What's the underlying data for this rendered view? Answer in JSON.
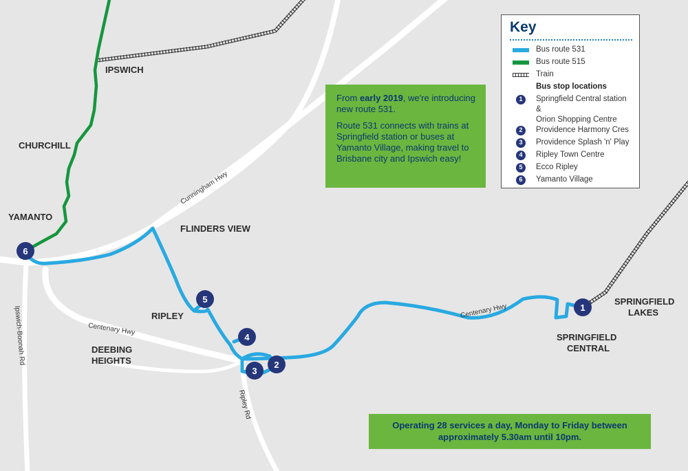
{
  "places": {
    "ipswich": "IPSWICH",
    "churchill": "CHURCHILL",
    "yamanto": "YAMANTO",
    "flinders_view": "FLINDERS VIEW",
    "ripley": "RIPLEY",
    "deebing_line1": "DEEBING",
    "deebing_line2": "HEIGHTS",
    "springfield_central_line1": "SPRINGFIELD",
    "springfield_central_line2": "CENTRAL",
    "springfield_lakes_line1": "SPRINGFIELD",
    "springfield_lakes_line2": "LAKES"
  },
  "roads": {
    "cunningham_hwy": "Cunningham Hwy",
    "centenary_hwy_west": "Centenary Hwy",
    "centenary_hwy_east": "Centenary Hwy",
    "ipswich_boonah_rd": "Ipswich-Boonah Rd",
    "ripley_rd": "Ripley Rd"
  },
  "stops": [
    {
      "num": "1"
    },
    {
      "num": "2"
    },
    {
      "num": "3"
    },
    {
      "num": "4"
    },
    {
      "num": "5"
    },
    {
      "num": "6"
    }
  ],
  "intro": {
    "p1_pre": "From ",
    "p1_bold": "early 2019",
    "p1_post": ", we're introducing new route 531.",
    "p2": "Route 531 connects with trains at Springfield station or buses at Yamanto Village, making travel to Brisbane city and Ipswich easy!"
  },
  "services": {
    "line1": "Operating 28 services a day, Monday to Friday between",
    "line2": "approximately 5.30am until 10pm."
  },
  "key": {
    "title": "Key",
    "route_531": "Bus route 531",
    "route_515": "Bus route 515",
    "train": "Train",
    "stop_heading": "Bus stop locations",
    "stops": [
      {
        "num": "1",
        "line1": "Springfield Central station &",
        "line2": "Orion Shopping Centre"
      },
      {
        "num": "2",
        "line1": "Providence Harmony Cres"
      },
      {
        "num": "3",
        "line1": "Providence Splash 'n' Play"
      },
      {
        "num": "4",
        "line1": "Ripley Town Centre"
      },
      {
        "num": "5",
        "line1": "Ecco Ripley"
      },
      {
        "num": "6",
        "line1": "Yamanto Village"
      }
    ]
  },
  "colors": {
    "route_531": "#29a9e1",
    "route_515": "#16963f",
    "stop": "#26367a",
    "info_box": "#6ab63f",
    "info_text": "#0b3a6e"
  }
}
